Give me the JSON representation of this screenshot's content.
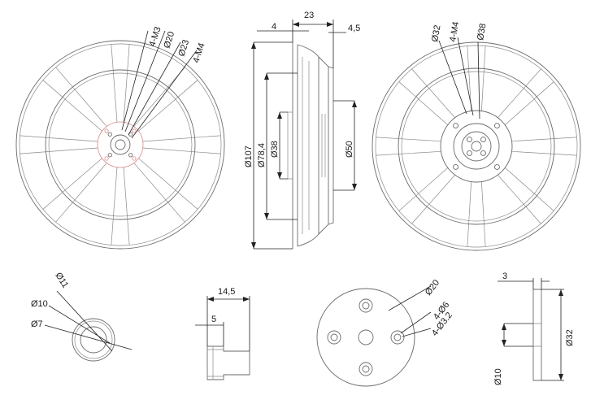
{
  "labels": {
    "front_m3": "4-M3",
    "front_d20": "Ø20",
    "front_d23": "Ø23",
    "front_m4": "4-M4",
    "side_w23": "23",
    "side_w4": "4",
    "side_w45": "4,5",
    "side_d107": "Ø107",
    "side_d784": "Ø78,4",
    "side_d38": "Ø38",
    "side_d50": "Ø50",
    "rear_d32": "Ø32",
    "rear_m4": "4-M4",
    "rear_d38": "Ø38",
    "ring_d11": "Ø11",
    "ring_d10": "Ø10",
    "ring_d7": "Ø7",
    "sleeve_w145": "14,5",
    "sleeve_w5": "5",
    "plate_d20": "Ø20",
    "plate_d6": "4-Ø6",
    "plate_d32h": "4-Ø3.2",
    "disk_w3": "3",
    "disk_d32": "Ø32",
    "disk_d10": "Ø10"
  }
}
